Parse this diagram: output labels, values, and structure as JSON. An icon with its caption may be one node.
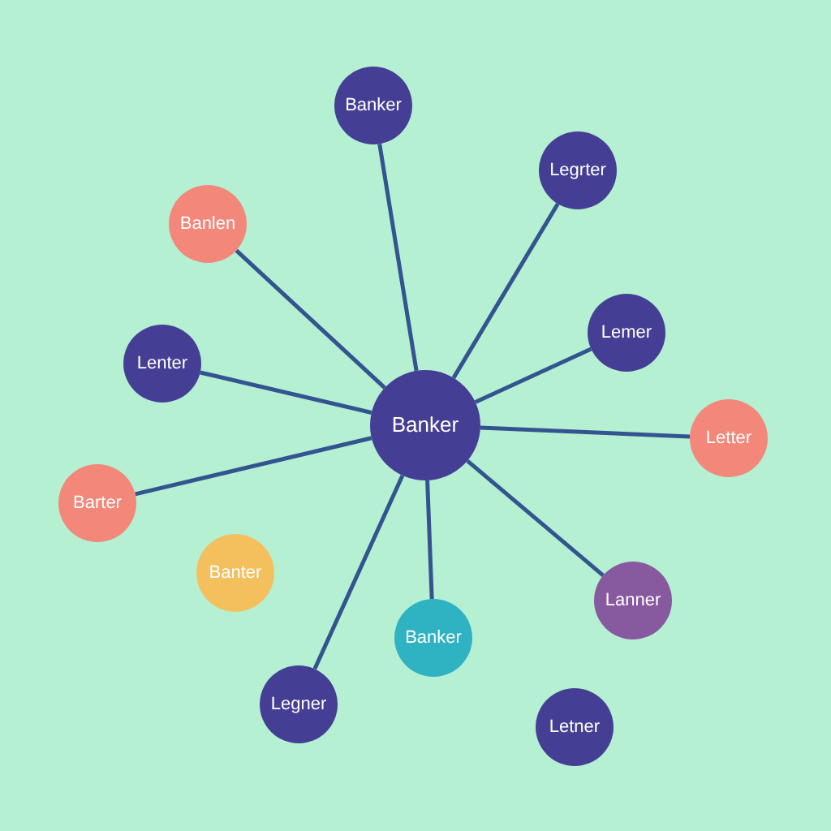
{
  "diagram": {
    "nodes": [
      {
        "text": [
          "Banker"
        ]
      },
      {
        "text": [
          "Banker"
        ]
      },
      {
        "text": [
          "Legrter"
        ]
      },
      {
        "text": [
          "Banlen"
        ]
      },
      {
        "text": [
          "Lemer"
        ]
      },
      {
        "text": [
          "Lenter"
        ]
      },
      {
        "text": [
          "Letter"
        ]
      },
      {
        "text": [
          "Barter"
        ]
      },
      {
        "text": [
          "Banter"
        ]
      },
      {
        "text": [
          "Banker"
        ]
      },
      {
        "text": [
          "Lanner"
        ]
      },
      {
        "text": [
          "Legner"
        ]
      },
      {
        "text": [
          "Letner"
        ]
      }
    ],
    "edges": [
      {
        "from": 0,
        "to": 1,
        "arrow": "none"
      },
      {
        "from": 0,
        "to": 2,
        "arrow": "none"
      },
      {
        "from": 0,
        "to": 3,
        "arrow": "none"
      },
      {
        "from": 0,
        "to": 4,
        "arrow": "none"
      },
      {
        "from": 0,
        "to": 5,
        "arrow": "none"
      },
      {
        "from": 0,
        "to": 6,
        "arrow": "none"
      },
      {
        "from": 0,
        "to": 7,
        "arrow": "none"
      },
      {
        "from": 0,
        "to": 9,
        "arrow": "none"
      },
      {
        "from": 0,
        "to": 10,
        "arrow": "none"
      },
      {
        "from": 0,
        "to": 11,
        "arrow": "none"
      }
    ]
  }
}
